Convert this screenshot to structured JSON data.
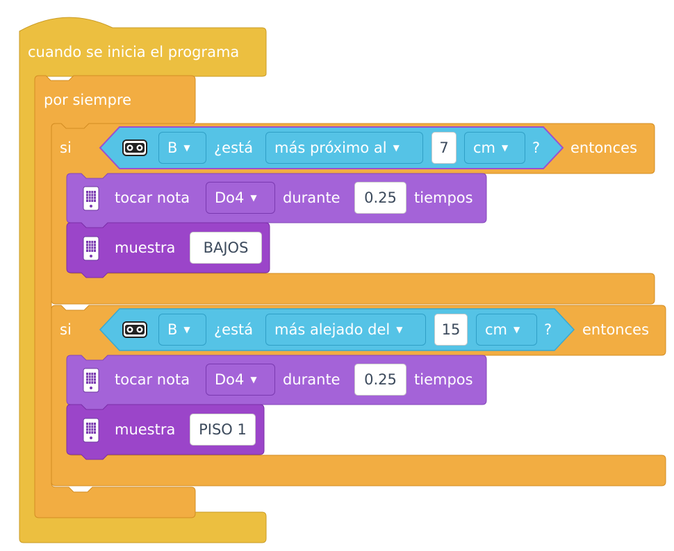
{
  "hat": {
    "label": "cuando se inicia el programa"
  },
  "forever": {
    "label": "por siempre"
  },
  "if_blocks": [
    {
      "if_label": "si",
      "then_label": "entonces",
      "condition": {
        "icon": "distance-sensor-icon",
        "port": "B",
        "question": "¿está",
        "comparison": "más próximo al",
        "value": "7",
        "unit": "cm",
        "question_mark": "?"
      },
      "actions": [
        {
          "type": "play_note",
          "icon": "microbit-icon",
          "label": "tocar nota",
          "note": "Do4",
          "during_label": "durante",
          "beats": "0.25",
          "beats_label": "tiempos"
        },
        {
          "type": "show",
          "icon": "microbit-icon",
          "label": "muestra",
          "text": "BAJOS"
        }
      ]
    },
    {
      "if_label": "si",
      "then_label": "entonces",
      "condition": {
        "icon": "distance-sensor-icon",
        "port": "B",
        "question": "¿está",
        "comparison": "más alejado del",
        "value": "15",
        "unit": "cm",
        "question_mark": "?"
      },
      "actions": [
        {
          "type": "play_note",
          "icon": "microbit-icon",
          "label": "tocar nota",
          "note": "Do4",
          "during_label": "durante",
          "beats": "0.25",
          "beats_label": "tiempos"
        },
        {
          "type": "show",
          "icon": "microbit-icon",
          "label": "muestra",
          "text": "PISO 1"
        }
      ]
    }
  ],
  "colors": {
    "event_yellow": "#ecbf40",
    "control_orange": "#f2ad42",
    "sensor_blue": "#55c3e6",
    "sound_purple": "#a463d8",
    "display_purple": "#9b45c9"
  }
}
